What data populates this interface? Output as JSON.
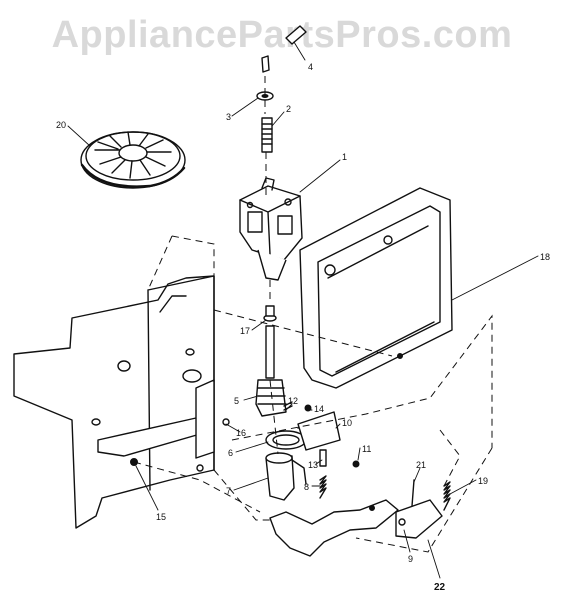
{
  "watermark": "AppliancePartsPros.com",
  "callouts": [
    {
      "id": "c1",
      "text": "1"
    },
    {
      "id": "c2",
      "text": "2"
    },
    {
      "id": "c3",
      "text": "3"
    },
    {
      "id": "c4",
      "text": "4"
    },
    {
      "id": "c5",
      "text": "5"
    },
    {
      "id": "c6",
      "text": "6"
    },
    {
      "id": "c7",
      "text": "7"
    },
    {
      "id": "c8",
      "text": "8"
    },
    {
      "id": "c9",
      "text": "9"
    },
    {
      "id": "c10",
      "text": "10"
    },
    {
      "id": "c11",
      "text": "11"
    },
    {
      "id": "c12",
      "text": "12"
    },
    {
      "id": "c13",
      "text": "13"
    },
    {
      "id": "c14",
      "text": "14"
    },
    {
      "id": "c15",
      "text": "15"
    },
    {
      "id": "c16",
      "text": "16"
    },
    {
      "id": "c17",
      "text": "17"
    },
    {
      "id": "c18",
      "text": "18"
    },
    {
      "id": "c19",
      "text": "19"
    },
    {
      "id": "c20",
      "text": "20"
    },
    {
      "id": "c21",
      "text": "21"
    },
    {
      "id": "c22",
      "text": "22"
    }
  ]
}
